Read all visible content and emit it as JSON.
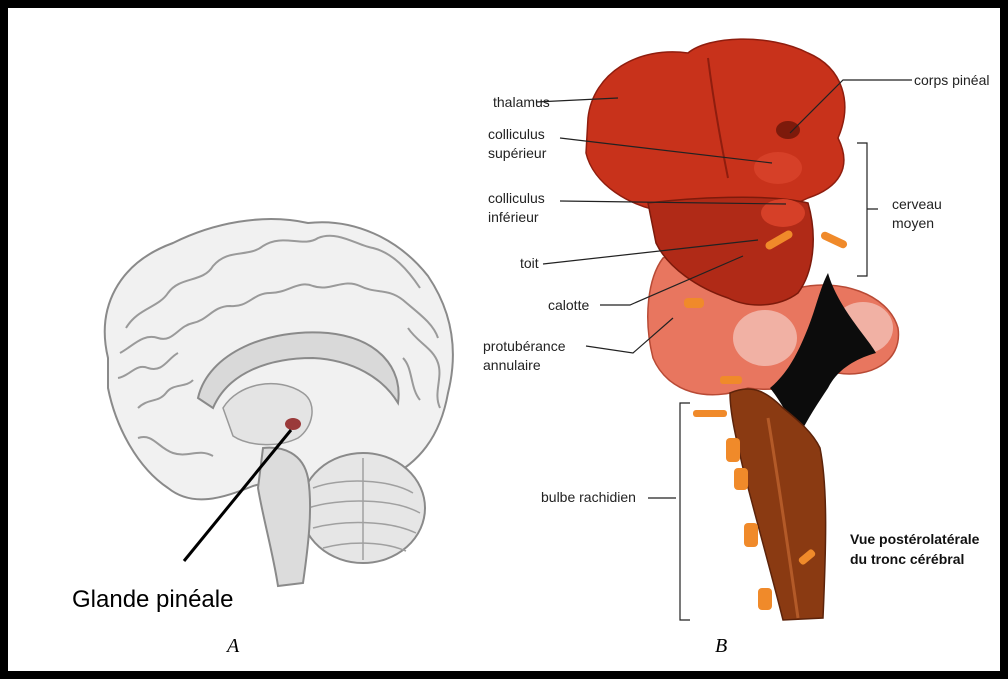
{
  "panel_a": {
    "label": "A",
    "pointer_label": "Glande pinéale"
  },
  "panel_b": {
    "label": "B",
    "labels": {
      "thalamus": "thalamus",
      "corps_pineal": "corps pinéal",
      "colliculus_superieur_1": "colliculus",
      "colliculus_superieur_2": "supérieur",
      "colliculus_inferieur_1": "colliculus",
      "colliculus_inferieur_2": "inférieur",
      "cerveau_moyen_1": "cerveau",
      "cerveau_moyen_2": "moyen",
      "toit": "toit",
      "calotte": "calotte",
      "protuberance_1": "protubérance",
      "protuberance_2": "annulaire",
      "bulbe": "bulbe rachidien"
    },
    "caption_line1": "Vue postérolatérale",
    "caption_line2": "du tronc cérébral"
  },
  "colors": {
    "frame": "#000000",
    "brain_red": "#c8321b",
    "brain_dark_red": "#8f1d0e",
    "pons_pink": "#e8765f",
    "medulla_brown": "#8a3a12",
    "nerve_orange": "#f08a2a",
    "pineal_mark": "#9a3a3a"
  }
}
